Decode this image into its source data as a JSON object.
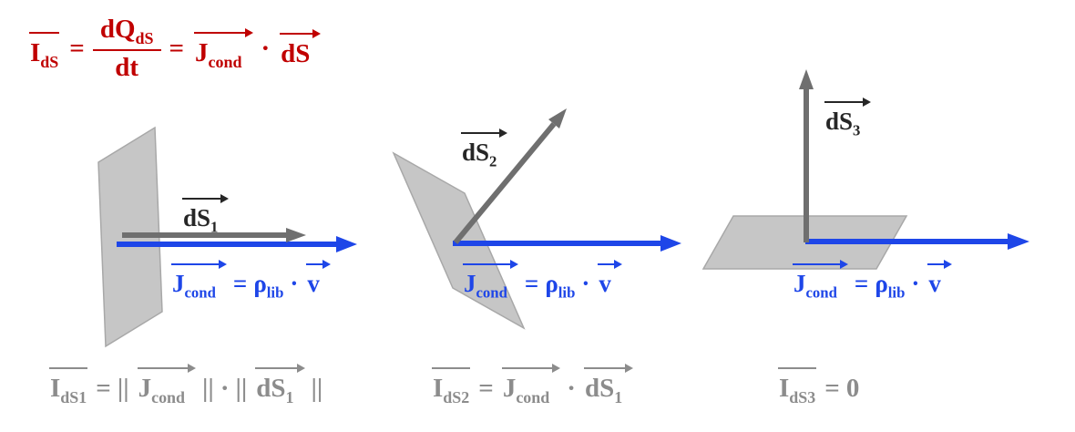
{
  "colors": {
    "red": "#c00000",
    "blue": "#1e46e8",
    "gray_text": "#8c8c8c",
    "arrow_gray": "#6f6f6f",
    "surface_fill": "#c6c6c6",
    "surface_stroke": "#a8a8a8",
    "label_dark": "#262626",
    "background": "#ffffff"
  },
  "top_formula": {
    "i_base": "I",
    "i_sub": "dS",
    "equals1": "=",
    "num_base": "dQ",
    "num_sub": "dS",
    "den": "dt",
    "equals2": "=",
    "j_base": "J",
    "j_sub": "cond",
    "dot": "·",
    "ds_base": "dS"
  },
  "panels": [
    {
      "ds_label": {
        "base": "dS",
        "sub": "1"
      },
      "j_formula": {
        "j_base": "J",
        "j_sub": "cond",
        "equals": "=",
        "rho_base": "ρ",
        "rho_sub": "lib",
        "dot": "·",
        "v": "v"
      },
      "result": {
        "i_base": "I",
        "i_sub": "dS1",
        "equals": "=",
        "norm_open1": "||",
        "j_base": "J",
        "j_sub": "cond",
        "norm_close1": "||",
        "dot": "·",
        "norm_open2": "||",
        "ds_base": "dS",
        "ds_sub": "1",
        "norm_close2": "||"
      }
    },
    {
      "ds_label": {
        "base": "dS",
        "sub": "2"
      },
      "j_formula": {
        "j_base": "J",
        "j_sub": "cond",
        "equals": "=",
        "rho_base": "ρ",
        "rho_sub": "lib",
        "dot": "·",
        "v": "v"
      },
      "result": {
        "i_base": "I",
        "i_sub": "dS2",
        "equals": "=",
        "j_base": "J",
        "j_sub": "cond",
        "dot": "·",
        "ds_base": "dS",
        "ds_sub": "1"
      }
    },
    {
      "ds_label": {
        "base": "dS",
        "sub": "3"
      },
      "j_formula": {
        "j_base": "J",
        "j_sub": "cond",
        "equals": "=",
        "rho_base": "ρ",
        "rho_sub": "lib",
        "dot": "·",
        "v": "v"
      },
      "result": {
        "i_base": "I",
        "i_sub": "dS3",
        "equals": "=",
        "value": "0"
      }
    }
  ]
}
